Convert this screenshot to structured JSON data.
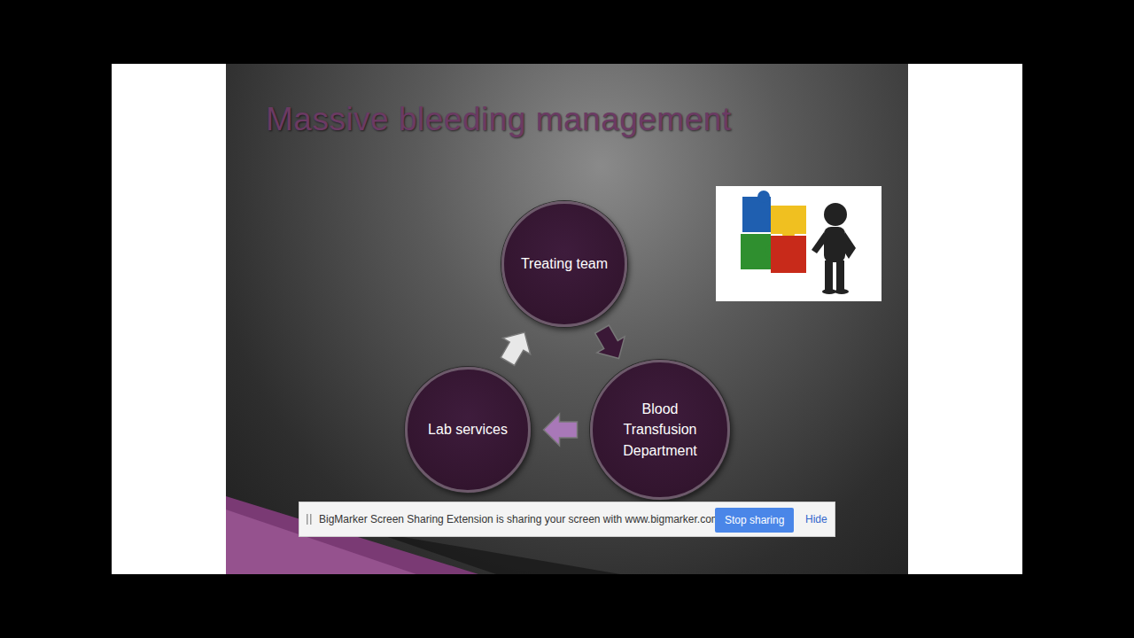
{
  "diagram": {
    "title": "Massive bleeding management",
    "nodes": [
      {
        "text": [
          "Treating team"
        ]
      },
      {
        "text": [
          "Lab services"
        ]
      },
      {
        "text": [
          "Blood Transfusion Department"
        ]
      }
    ],
    "edges": [
      {
        "from": 0,
        "to": 2,
        "arrow": "to"
      },
      {
        "from": 2,
        "to": 1,
        "arrow": "to"
      },
      {
        "from": 1,
        "to": 0,
        "arrow": "to"
      }
    ],
    "labels": [
      "BigMarker Screen Sharing Extension is sharing your screen with www.bigmarker.com.",
      "Stop sharing",
      "Hide"
    ]
  }
}
